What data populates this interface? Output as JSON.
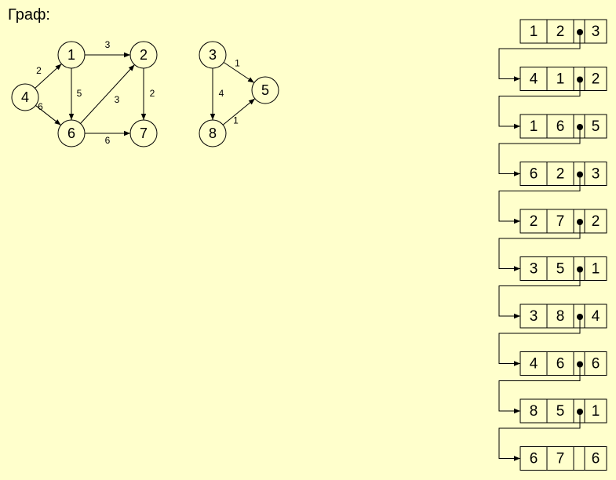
{
  "title": "Граф:",
  "graph": {
    "nodes": [
      {
        "id": "1"
      },
      {
        "id": "2"
      },
      {
        "id": "3"
      },
      {
        "id": "4"
      },
      {
        "id": "5"
      },
      {
        "id": "6"
      },
      {
        "id": "7"
      },
      {
        "id": "8"
      }
    ],
    "edges": [
      {
        "from": "1",
        "to": "2",
        "weight": "3"
      },
      {
        "from": "4",
        "to": "1",
        "weight": "2"
      },
      {
        "from": "1",
        "to": "6",
        "weight": "5"
      },
      {
        "from": "6",
        "to": "2",
        "weight": "3"
      },
      {
        "from": "2",
        "to": "7",
        "weight": "2"
      },
      {
        "from": "4",
        "to": "6",
        "weight": "6"
      },
      {
        "from": "6",
        "to": "7",
        "weight": "6"
      },
      {
        "from": "3",
        "to": "5",
        "weight": "1"
      },
      {
        "from": "3",
        "to": "8",
        "weight": "4"
      },
      {
        "from": "8",
        "to": "5",
        "weight": "1"
      }
    ]
  },
  "list": [
    {
      "a": "1",
      "b": "2",
      "w": "3",
      "has_next": true
    },
    {
      "a": "4",
      "b": "1",
      "w": "2",
      "has_next": true
    },
    {
      "a": "1",
      "b": "6",
      "w": "5",
      "has_next": true
    },
    {
      "a": "6",
      "b": "2",
      "w": "3",
      "has_next": true
    },
    {
      "a": "2",
      "b": "7",
      "w": "2",
      "has_next": true
    },
    {
      "a": "3",
      "b": "5",
      "w": "1",
      "has_next": true
    },
    {
      "a": "3",
      "b": "8",
      "w": "4",
      "has_next": true
    },
    {
      "a": "4",
      "b": "6",
      "w": "6",
      "has_next": true
    },
    {
      "a": "8",
      "b": "5",
      "w": "1",
      "has_next": true
    },
    {
      "a": "6",
      "b": "7",
      "w": "6",
      "has_next": false
    }
  ],
  "colors": {
    "background": "#ffffcc",
    "node_fill": "#ffffcc",
    "cell_fill": "#ffffcc",
    "line": "#000000"
  }
}
